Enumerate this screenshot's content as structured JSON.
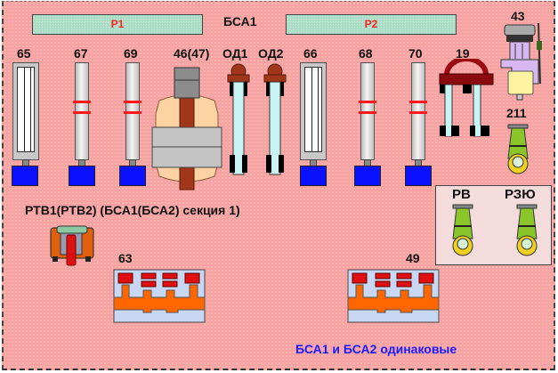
{
  "title": "БСА1",
  "bars": [
    {
      "label": "P1"
    },
    {
      "label": "P2"
    }
  ],
  "devices": {
    "d65": "65",
    "d67": "67",
    "d69": "69",
    "d46": "46(47)",
    "od1": "ОД1",
    "od2": "ОД2",
    "d66": "66",
    "d68": "68",
    "d70": "70",
    "d19": "19",
    "d43": "43",
    "d211": "211",
    "rv": "РВ",
    "rzyu": "РЗЮ",
    "d63": "63",
    "d49": "49"
  },
  "section_label": "РТВ1(РТВ2) (БСА1(БСА2) секция 1)",
  "footer_note": "БСА1 и БСА2 одинаковые",
  "colors": {
    "background": "#f7a3a3",
    "bar_fill": "#a9dcc4",
    "bar_text": "#ff2020",
    "drive_blue": "#0a12ff",
    "note_blue": "#1a1aff"
  }
}
